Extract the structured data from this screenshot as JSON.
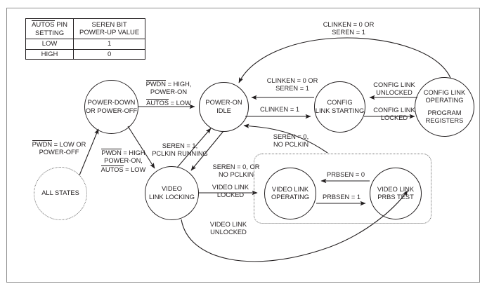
{
  "figure": {
    "title": "Power-up and link state diagram",
    "border_color": "#8d8d8d",
    "ink_color": "#231f20",
    "dotted_color": "#6e6e6e",
    "background": "#ffffff"
  },
  "legend_table": {
    "headers": [
      "AUTOS PIN SETTING",
      "SEREN BIT POWER-UP VALUE"
    ],
    "header_lines": {
      "col1_line1_overlined": "AUTOS",
      "col1_line1_rest": " PIN",
      "col1_line2": "SETTING",
      "col2_line1": "SEREN BIT",
      "col2_line2": "POWER-UP VALUE"
    },
    "rows": [
      {
        "setting": "LOW",
        "value": "1"
      },
      {
        "setting": "HIGH",
        "value": "0"
      }
    ]
  },
  "nodes": {
    "all_states": {
      "line1": "ALL STATES",
      "style": "dotted"
    },
    "power_down": {
      "line1": "POWER-DOWN",
      "line2": "OR POWER-OFF",
      "style": "solid"
    },
    "power_on_idle": {
      "line1": "POWER-ON",
      "line2": "IDLE",
      "style": "solid"
    },
    "config_link_starting": {
      "line1": "CONFIG",
      "line2": "LINK STARTING",
      "style": "solid"
    },
    "config_link_operating": {
      "line1": "CONFIG LINK",
      "line2": "OPERATING",
      "line3": "PROGRAM",
      "line4": "REGISTERS",
      "style": "solid"
    },
    "video_link_locking": {
      "line1": "VIDEO",
      "line2": "LINK LOCKING",
      "style": "solid"
    },
    "video_link_operating": {
      "line1": "VIDEO LINK",
      "line2": "OPERATING",
      "style": "solid"
    },
    "video_link_prbs_test": {
      "line1": "VIDEO LINK",
      "line2": "PRBS TEST",
      "style": "solid"
    }
  },
  "edges": {
    "pwdn_low_or_power_off": {
      "line1_overlined": "PWDN",
      "line1_rest": " = LOW OR",
      "line2": "POWER-OFF"
    },
    "pwdn_high_power_on_autos_low": {
      "line1_overlined": "PWDN",
      "line1_rest": " = HIGH",
      "line2": "POWER-ON,",
      "line3_overlined": "AUTOS",
      "line3_rest": " = LOW"
    },
    "pwdn_high_power_on_autos_low_top": {
      "line1_overlined": "PWDN",
      "line1_rest": " = HIGH,",
      "line2": "POWER-ON",
      "line3_overlined": "AUTOS",
      "line3_rest": " = LOW"
    },
    "seren_1_pclkin_running": {
      "line1": "SEREN = 1,",
      "line2": "PCLKIN RUNNING"
    },
    "seren_0_or_no_pclkin": {
      "line1": "SEREN = 0, OR",
      "line2": "NO PCLKIN"
    },
    "video_link_locked": {
      "line1": "VIDEO LINK",
      "line2": "LOCKED"
    },
    "video_link_unlocked": {
      "line1": "VIDEO LINK",
      "line2": "UNLOCKED"
    },
    "seren_0_no_pclkin": {
      "line1": "SEREN = 0,",
      "line2": "NO PCLKIN"
    },
    "clinken_0_or_seren_1_top": {
      "line1": "CLINKEN = 0 OR",
      "line2": "SEREN = 1"
    },
    "clinken_0_or_seren_1_mid": {
      "line1": "CLINKEN = 0 OR",
      "line2": "SEREN = 1"
    },
    "clinken_1": {
      "line1": "CLINKEN = 1"
    },
    "config_link_unlocked": {
      "line1": "CONFIG LINK",
      "line2": "UNLOCKED"
    },
    "config_link_locked": {
      "line1": "CONFIG LINK",
      "line2": "LOCKED"
    },
    "prbsen_0": {
      "line1": "PRBSEN = 0"
    },
    "prbsen_1": {
      "line1": "PRBSEN = 1"
    }
  }
}
